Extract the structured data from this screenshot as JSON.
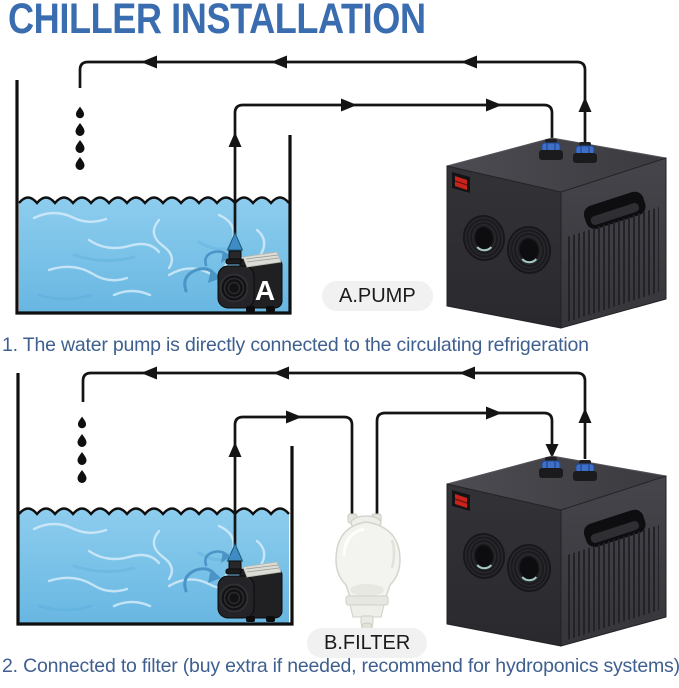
{
  "title": "CHILLER INSTALLATION",
  "colors": {
    "title_blue": "#3a6cb0",
    "caption_blue": "#3e5f8f",
    "water_blue": "#7cc4e8",
    "pipe_black": "#141414",
    "swirl_blue": "#4a94c6",
    "fitting_blue": "#3e70c9",
    "chiller_front": "#303034",
    "chiller_top": "#434348",
    "chiller_side": "#3b3b40",
    "switch_red": "#c8241c",
    "filter_white": "#f3f3ef",
    "label_pill_bg": "#f1f1f1"
  },
  "diagram1": {
    "pump_letter": "A",
    "pump_label": "A.PUMP",
    "caption": "1. The water pump is directly connected to the circulating refrigeration"
  },
  "diagram2": {
    "filter_label": "B.FILTER",
    "caption": "2. Connected to filter (buy extra if needed, recommend for hydroponics systems)"
  }
}
